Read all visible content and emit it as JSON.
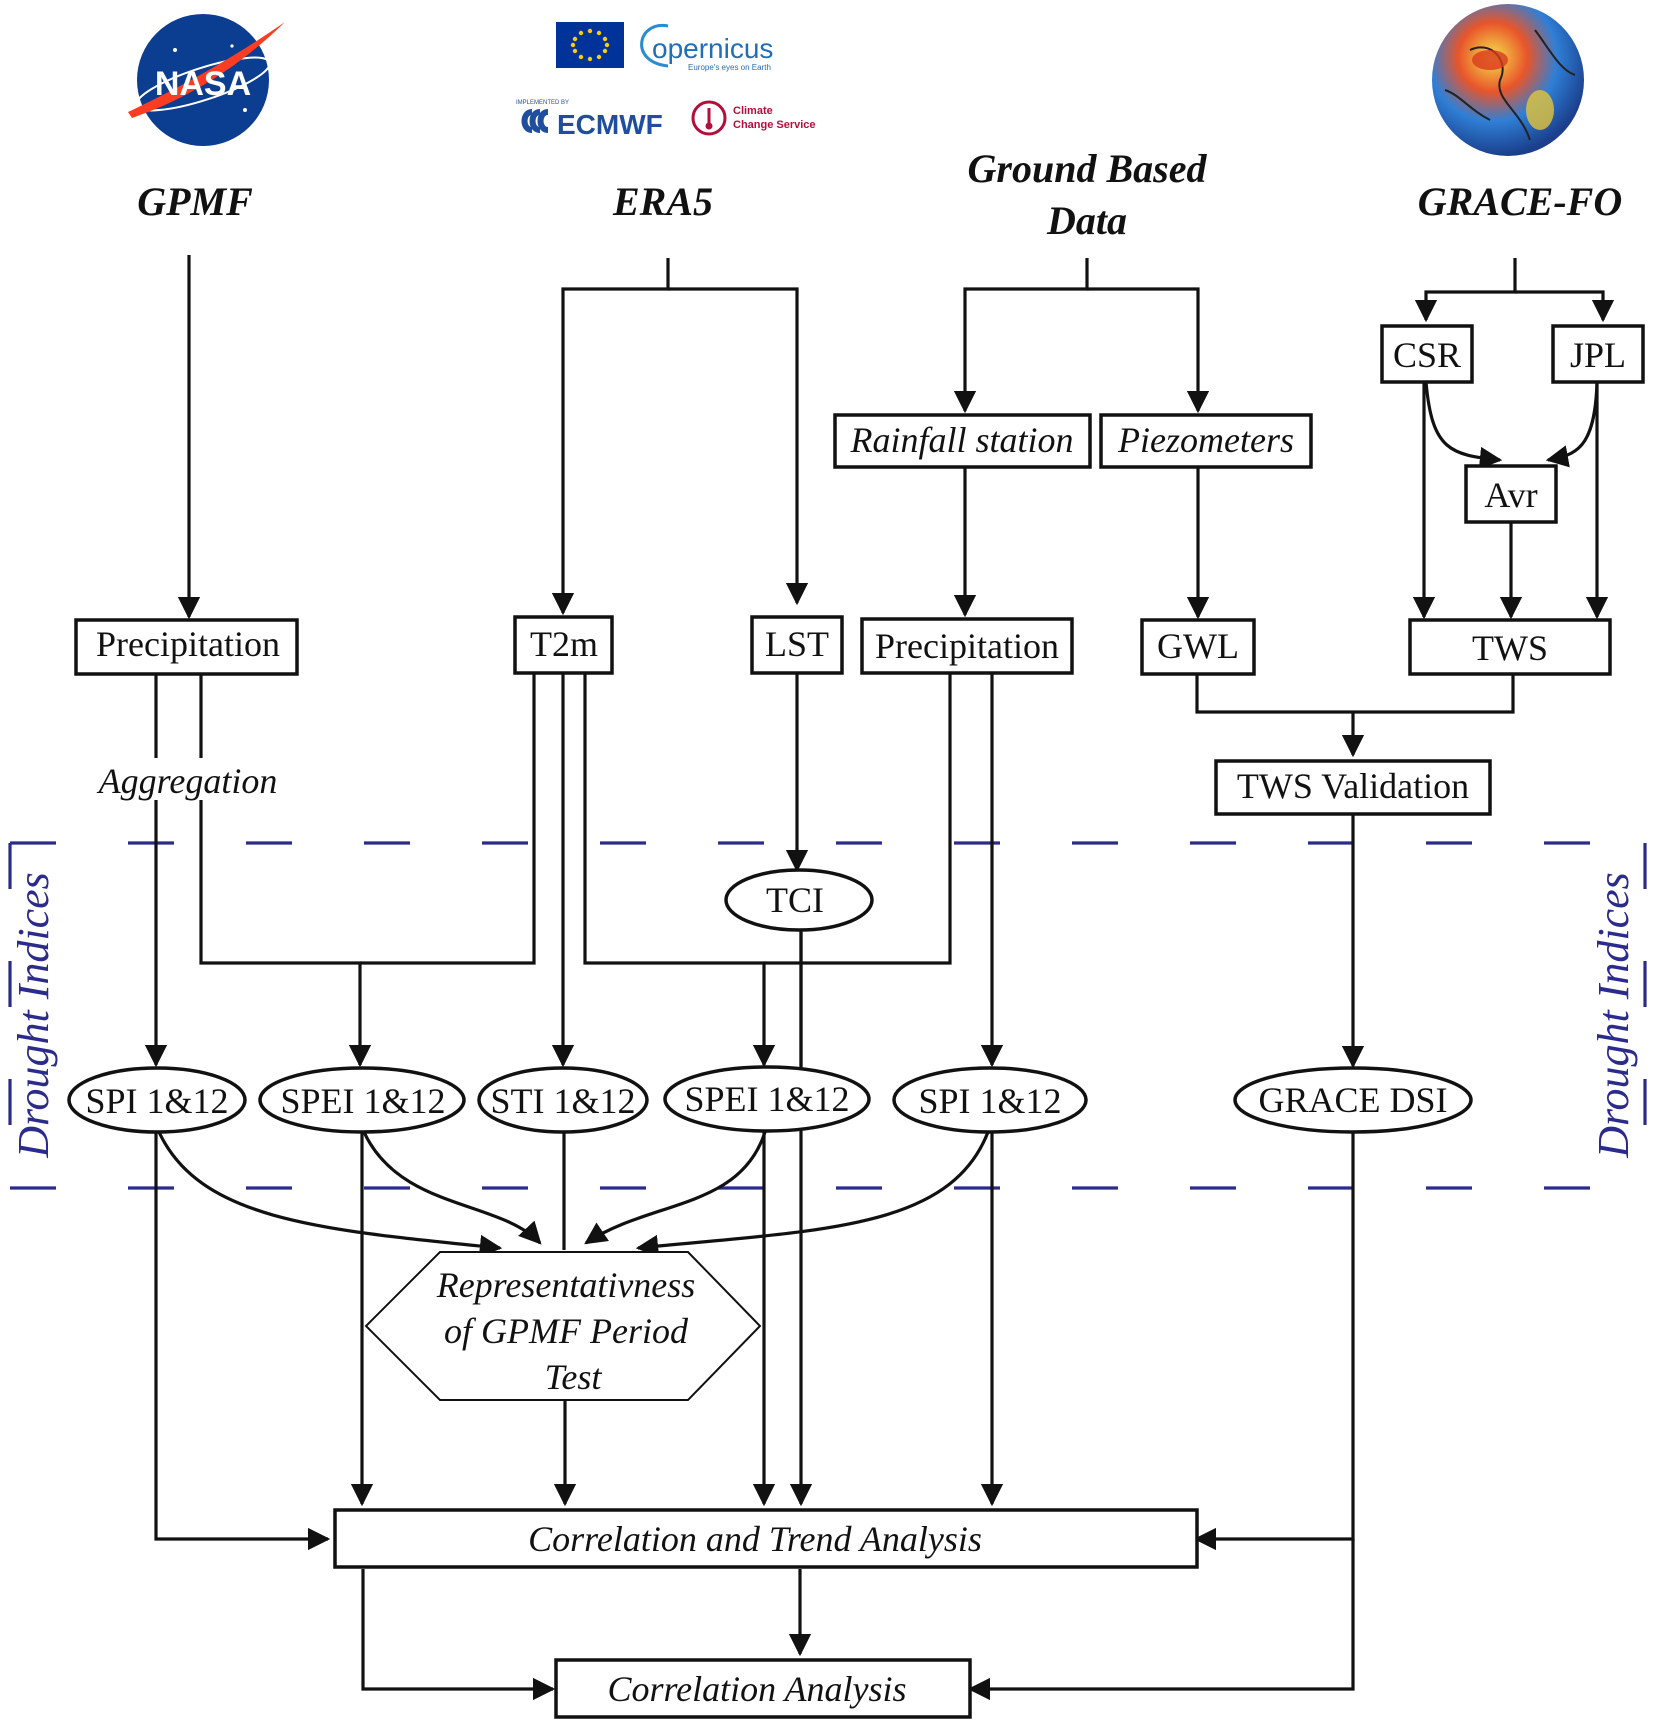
{
  "logos": {
    "nasa": "NASA",
    "copernicus": "opernicus",
    "copernicus_tagline": "Europe's eyes on Earth",
    "ecmwf_implemented": "IMPLEMENTED BY",
    "ecmwf": "ECMWF",
    "c3s_line1": "Climate",
    "c3s_line2": "Change Service"
  },
  "sources": {
    "gpmf": "GPMF",
    "era5": "ERA5",
    "ground_line1": "Ground Based",
    "ground_line2": "Data",
    "grace": "GRACE-FO"
  },
  "nodes": {
    "csr": "CSR",
    "jpl": "JPL",
    "avr": "Avr",
    "rainfall_station": "Rainfall station",
    "piezometers": "Piezometers",
    "precip_gpmf": "Precipitation",
    "t2m": "T2m",
    "lst": "LST",
    "precip_ground": "Precipitation",
    "gwl": "GWL",
    "tws": "TWS",
    "tws_validation": "TWS Validation",
    "aggregation": "Aggregation",
    "tci": "TCI"
  },
  "indices": {
    "spi_gpmf": "SPI 1&12",
    "spei_gpmf": "SPEI 1&12",
    "sti": "STI 1&12",
    "spei_era": "SPEI 1&12",
    "spi_ground": "SPI 1&12",
    "grace_dsi": "GRACE DSI"
  },
  "region_label": "Drought Indices",
  "test": {
    "line1": "Representativness",
    "line2": "of GPMF Period",
    "line3": "Test"
  },
  "analysis": {
    "correlation_trend": "Correlation and Trend Analysis",
    "correlation": "Correlation  Analysis"
  },
  "colors": {
    "region_dash": "#2b2b8c",
    "nasa_blue": "#0b3d91",
    "nasa_red": "#fc3d21",
    "eu_blue": "#003399",
    "eu_star": "#ffcc00",
    "ecmwf_blue": "#1f4e9e",
    "c3s_red": "#b0103a"
  }
}
